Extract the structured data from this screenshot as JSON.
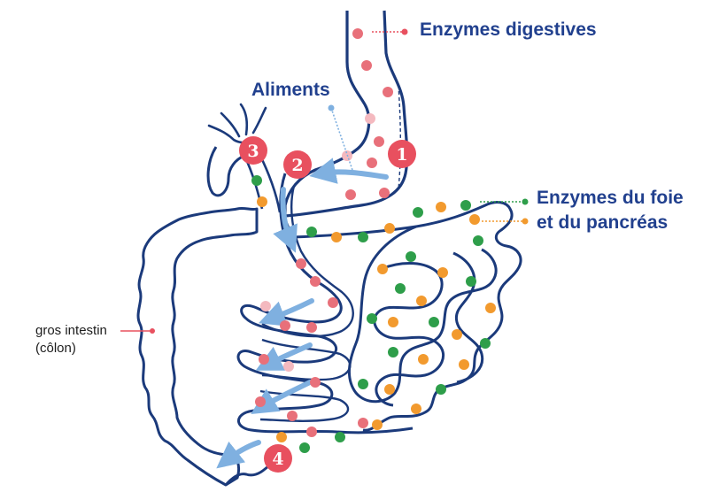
{
  "colors": {
    "outline": "#1b3a7b",
    "arrow": "#7fb0e0",
    "badge": "#e8505f",
    "enzyme_digestive": "#e8707a",
    "enzyme_digestive_light": "#f4b9bf",
    "enzyme_liver": "#2e9e4a",
    "enzyme_pancreas": "#f29a2e",
    "leader_red": "#e8505f",
    "leader_green": "#2e9e4a",
    "leader_orange": "#f29a2e",
    "label_blue": "#21408e"
  },
  "labels": {
    "enzymes_digestives": "Enzymes digestives",
    "aliments": "Aliments",
    "enzymes_foie_line1": "Enzymes du foie",
    "enzymes_foie_line2": "et du pancréas",
    "gros_intestin_line1": "gros intestin",
    "gros_intestin_line2": "(côlon)"
  },
  "steps": [
    "1",
    "2",
    "3",
    "4"
  ]
}
